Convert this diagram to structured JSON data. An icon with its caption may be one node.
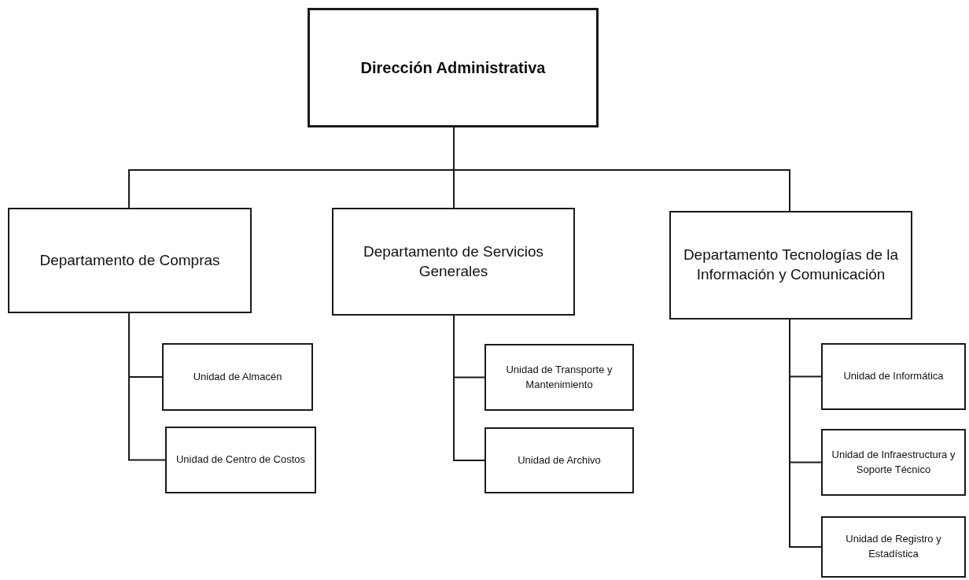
{
  "diagram": {
    "nodes": [
      {
        "text": [
          "Dirección Administrativa"
        ]
      },
      {
        "text": [
          "Departamento de Compras"
        ]
      },
      {
        "text": [
          "Departamento de Servicios Generales"
        ]
      },
      {
        "text": [
          "Departamento Tecnologías de la Información y Comunicación"
        ]
      },
      {
        "text": [
          "Unidad de Almacén"
        ]
      },
      {
        "text": [
          "Unidad de Centro de Costos"
        ]
      },
      {
        "text": [
          "Unidad de Transporte y Mantenimiento"
        ]
      },
      {
        "text": [
          "Unidad de Archivo"
        ]
      },
      {
        "text": [
          "Unidad de Informática"
        ]
      },
      {
        "text": [
          "Unidad de Infraestructura y Soporte Técnico"
        ]
      },
      {
        "text": [
          "Unidad de Registro y Estadística"
        ]
      }
    ],
    "edges": [
      {
        "from": 0,
        "to": 1,
        "arrow": "none"
      },
      {
        "from": 0,
        "to": 2,
        "arrow": "none"
      },
      {
        "from": 0,
        "to": 3,
        "arrow": "none"
      },
      {
        "from": 1,
        "to": 4,
        "arrow": "none"
      },
      {
        "from": 1,
        "to": 5,
        "arrow": "none"
      },
      {
        "from": 2,
        "to": 6,
        "arrow": "none"
      },
      {
        "from": 2,
        "to": 7,
        "arrow": "none"
      },
      {
        "from": 3,
        "to": 8,
        "arrow": "none"
      },
      {
        "from": 3,
        "to": 9,
        "arrow": "none"
      },
      {
        "from": 3,
        "to": 10,
        "arrow": "none"
      }
    ]
  }
}
